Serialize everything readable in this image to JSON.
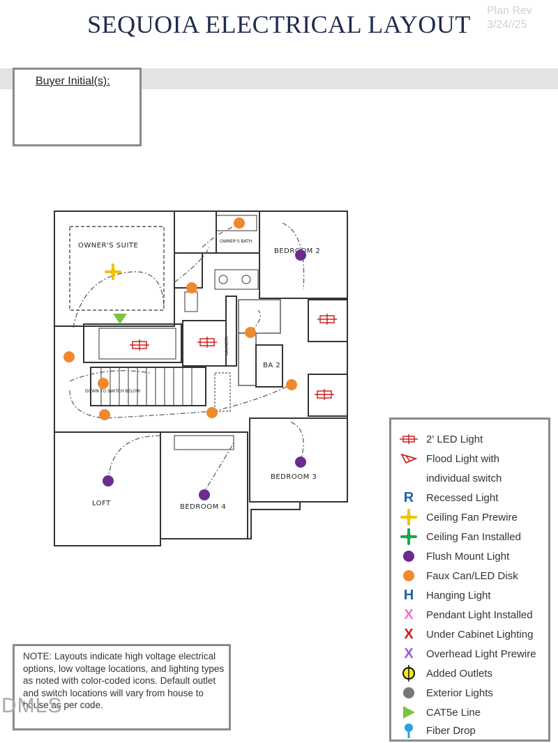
{
  "title": "SEQUOIA ELECTRICAL LAYOUT",
  "plan_rev": {
    "label": "Plan Rev",
    "date": "3/24//25"
  },
  "buyer_initials": {
    "label": "Buyer Initial(s):"
  },
  "floorplan": {
    "rooms": {
      "owners_suite": "OWNER'S SUITE",
      "owners_bath": "OWNER'S BATH",
      "bedroom2": "BEDROOM 2",
      "laundry": "LAUNDRY",
      "bath2": "BA 2",
      "down_to_switch": "DOWN TO SWITCH BELOW",
      "loft": "LOFT",
      "bedroom3": "BEDROOM 3",
      "bedroom4": "BEDROOM 4"
    }
  },
  "legend": {
    "items": [
      {
        "icon": "led-2ft-icon",
        "label": "2' LED Light",
        "color": "#cc2222"
      },
      {
        "icon": "flood-light-icon",
        "label": "Flood Light with",
        "color": "#cc2222"
      },
      {
        "icon": "",
        "label": "individual switch",
        "color": ""
      },
      {
        "icon": "recessed-light-icon",
        "label": "Recessed Light",
        "color": "#1f5fa8"
      },
      {
        "icon": "ceiling-fan-prewire-icon",
        "label": "Ceiling Fan Prewire",
        "color": "#f2c200"
      },
      {
        "icon": "ceiling-fan-installed-icon",
        "label": "Ceiling Fan Installed",
        "color": "#1aa64a"
      },
      {
        "icon": "flush-mount-icon",
        "label": "Flush Mount Light",
        "color": "#6a2c91"
      },
      {
        "icon": "faux-can-icon",
        "label": "Faux Can/LED Disk",
        "color": "#f0892e"
      },
      {
        "icon": "hanging-light-icon",
        "label": "Hanging Light",
        "color": "#1f5fa8"
      },
      {
        "icon": "pendant-light-icon",
        "label": "Pendant Light Installed",
        "color": "#e777c9"
      },
      {
        "icon": "under-cabinet-icon",
        "label": "Under Cabinet Lighting",
        "color": "#d11919"
      },
      {
        "icon": "overhead-prewire-icon",
        "label": "Overhead Light Prewire",
        "color": "#9b59d6"
      },
      {
        "icon": "added-outlet-icon",
        "label": "Added Outlets",
        "color": "#f5ea1c"
      },
      {
        "icon": "exterior-light-icon",
        "label": "Exterior Lights",
        "color": "#777777"
      },
      {
        "icon": "cat5e-icon",
        "label": "CAT5e Line",
        "color": "#7cc243"
      },
      {
        "icon": "fiber-drop-icon",
        "label": "Fiber Drop",
        "color": "#2aa3d9"
      }
    ]
  },
  "note": "NOTE: Layouts indicate high voltage electrical options, low voltage locations, and lighting types as noted with color-coded icons. Default outlet and switch locations will vary from house to house as per code.",
  "watermark": "DMLS"
}
